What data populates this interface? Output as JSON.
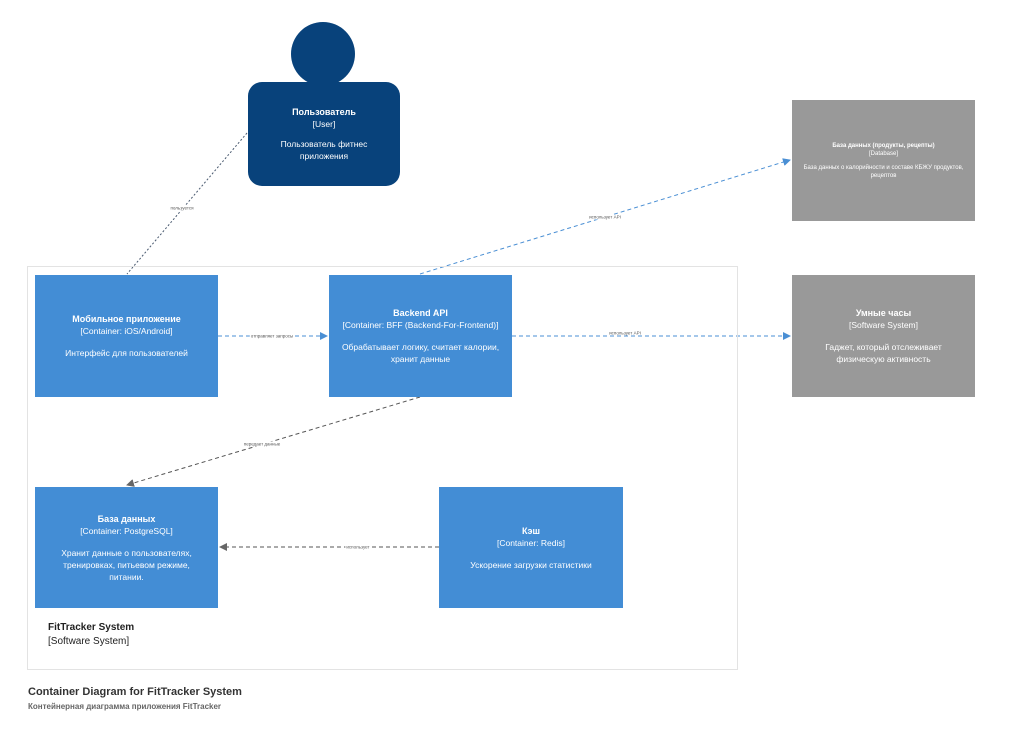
{
  "diagram": {
    "title": "Container Diagram for FitTracker System",
    "subtitle": "Контейнерная диаграмма  приложения FitTracker"
  },
  "colors": {
    "person": "#08427b",
    "container": "#438dd5",
    "external_system": "#999999",
    "boundary_border": "#e3e3e3"
  },
  "boundary": {
    "name": "FitTracker System",
    "type": "[Software System]"
  },
  "nodes": {
    "user": {
      "name": "Пользователь",
      "type": "[User]",
      "description": "Пользователь фитнес приложения"
    },
    "mobile_app": {
      "name": "Мобильное приложение",
      "type": "[Container: iOS/Android]",
      "description": "Интерфейс для пользователей"
    },
    "backend_api": {
      "name": "Backend API",
      "type": "[Container: BFF (Backend-For-Frontend)]",
      "description": "Обрабатывает логику, считает калории, хранит данные"
    },
    "database": {
      "name": "База данных",
      "type": "[Container: PostgreSQL]",
      "description": "Хранит данные о пользователях, тренировках, питьевом режиме, питании."
    },
    "cache": {
      "name": "Кэш",
      "type": "[Container: Redis]",
      "description": "Ускорение загрузки статистики"
    },
    "food_db": {
      "name": "База данных (продукты, рецепты)",
      "type": "[Database]",
      "description": "База данных о калорийности и составе КБЖУ продуктов, рецептов"
    },
    "smartwatch": {
      "name": "Умные часы",
      "type": "[Software System]",
      "description": "Гаджет, который отслеживает физическую активность"
    }
  },
  "edges": [
    {
      "from": "user",
      "to": "mobile_app",
      "label": "пользуется"
    },
    {
      "from": "mobile_app",
      "to": "backend_api",
      "label": "отправляет запросы"
    },
    {
      "from": "backend_api",
      "to": "food_db",
      "label": "использует API"
    },
    {
      "from": "backend_api",
      "to": "smartwatch",
      "label": "использует API"
    },
    {
      "from": "backend_api",
      "to": "database",
      "label": "передает данные"
    },
    {
      "from": "cache",
      "to": "database",
      "label": "использует"
    }
  ]
}
